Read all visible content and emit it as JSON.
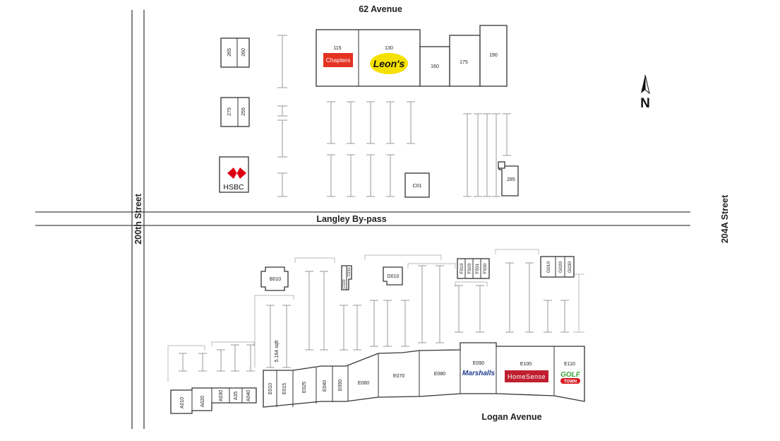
{
  "streets": {
    "north": "62 Avenue",
    "west": "200th Street",
    "east": "204A Street",
    "bypass": "Langley By-pass",
    "south": "Logan Avenue"
  },
  "north_arrow": "N",
  "north_units": {
    "u115": "115",
    "u130": "130",
    "u160": "160",
    "u175": "175",
    "u190": "190",
    "u265": "265",
    "u260": "260",
    "u275": "275",
    "u255": "255",
    "uC01": "C01",
    "u285": "285"
  },
  "south_units": {
    "B010": "B010",
    "C020": "C020",
    "C010": "C010",
    "D010": "D010",
    "F010": "F010",
    "F020": "F020",
    "F031": "F031",
    "F030": "F030",
    "G010": "G010",
    "G020": "G020",
    "G030": "G030",
    "A010": "A010",
    "A020": "A020",
    "A030": "A030",
    "A35": "A35",
    "A040": "A040",
    "E010": "E010",
    "E015": "E015",
    "E025": "E025",
    "E040": "E040",
    "E050": "E050",
    "E060": "E060",
    "E070": "E070",
    "E080": "E080",
    "E090": "E090",
    "E100": "E100",
    "E110": "E110"
  },
  "sqft_note": "5,164 sqft",
  "logos": {
    "chapters": "Chapters",
    "leons": "Leon's",
    "hsbc": "HSBC",
    "marshalls": "Marshalls",
    "homesense": "HomeSense",
    "golftown_top": "GOLF",
    "golftown_bottom": "TOWN"
  },
  "colors": {
    "chapters_red": "#e53322",
    "leons_yellow": "#f5e100",
    "hsbc_red": "#db0011",
    "marshalls_blue": "#1a3a8a",
    "homesense_red": "#c01f2f",
    "golftown_green": "#3aa33a"
  }
}
